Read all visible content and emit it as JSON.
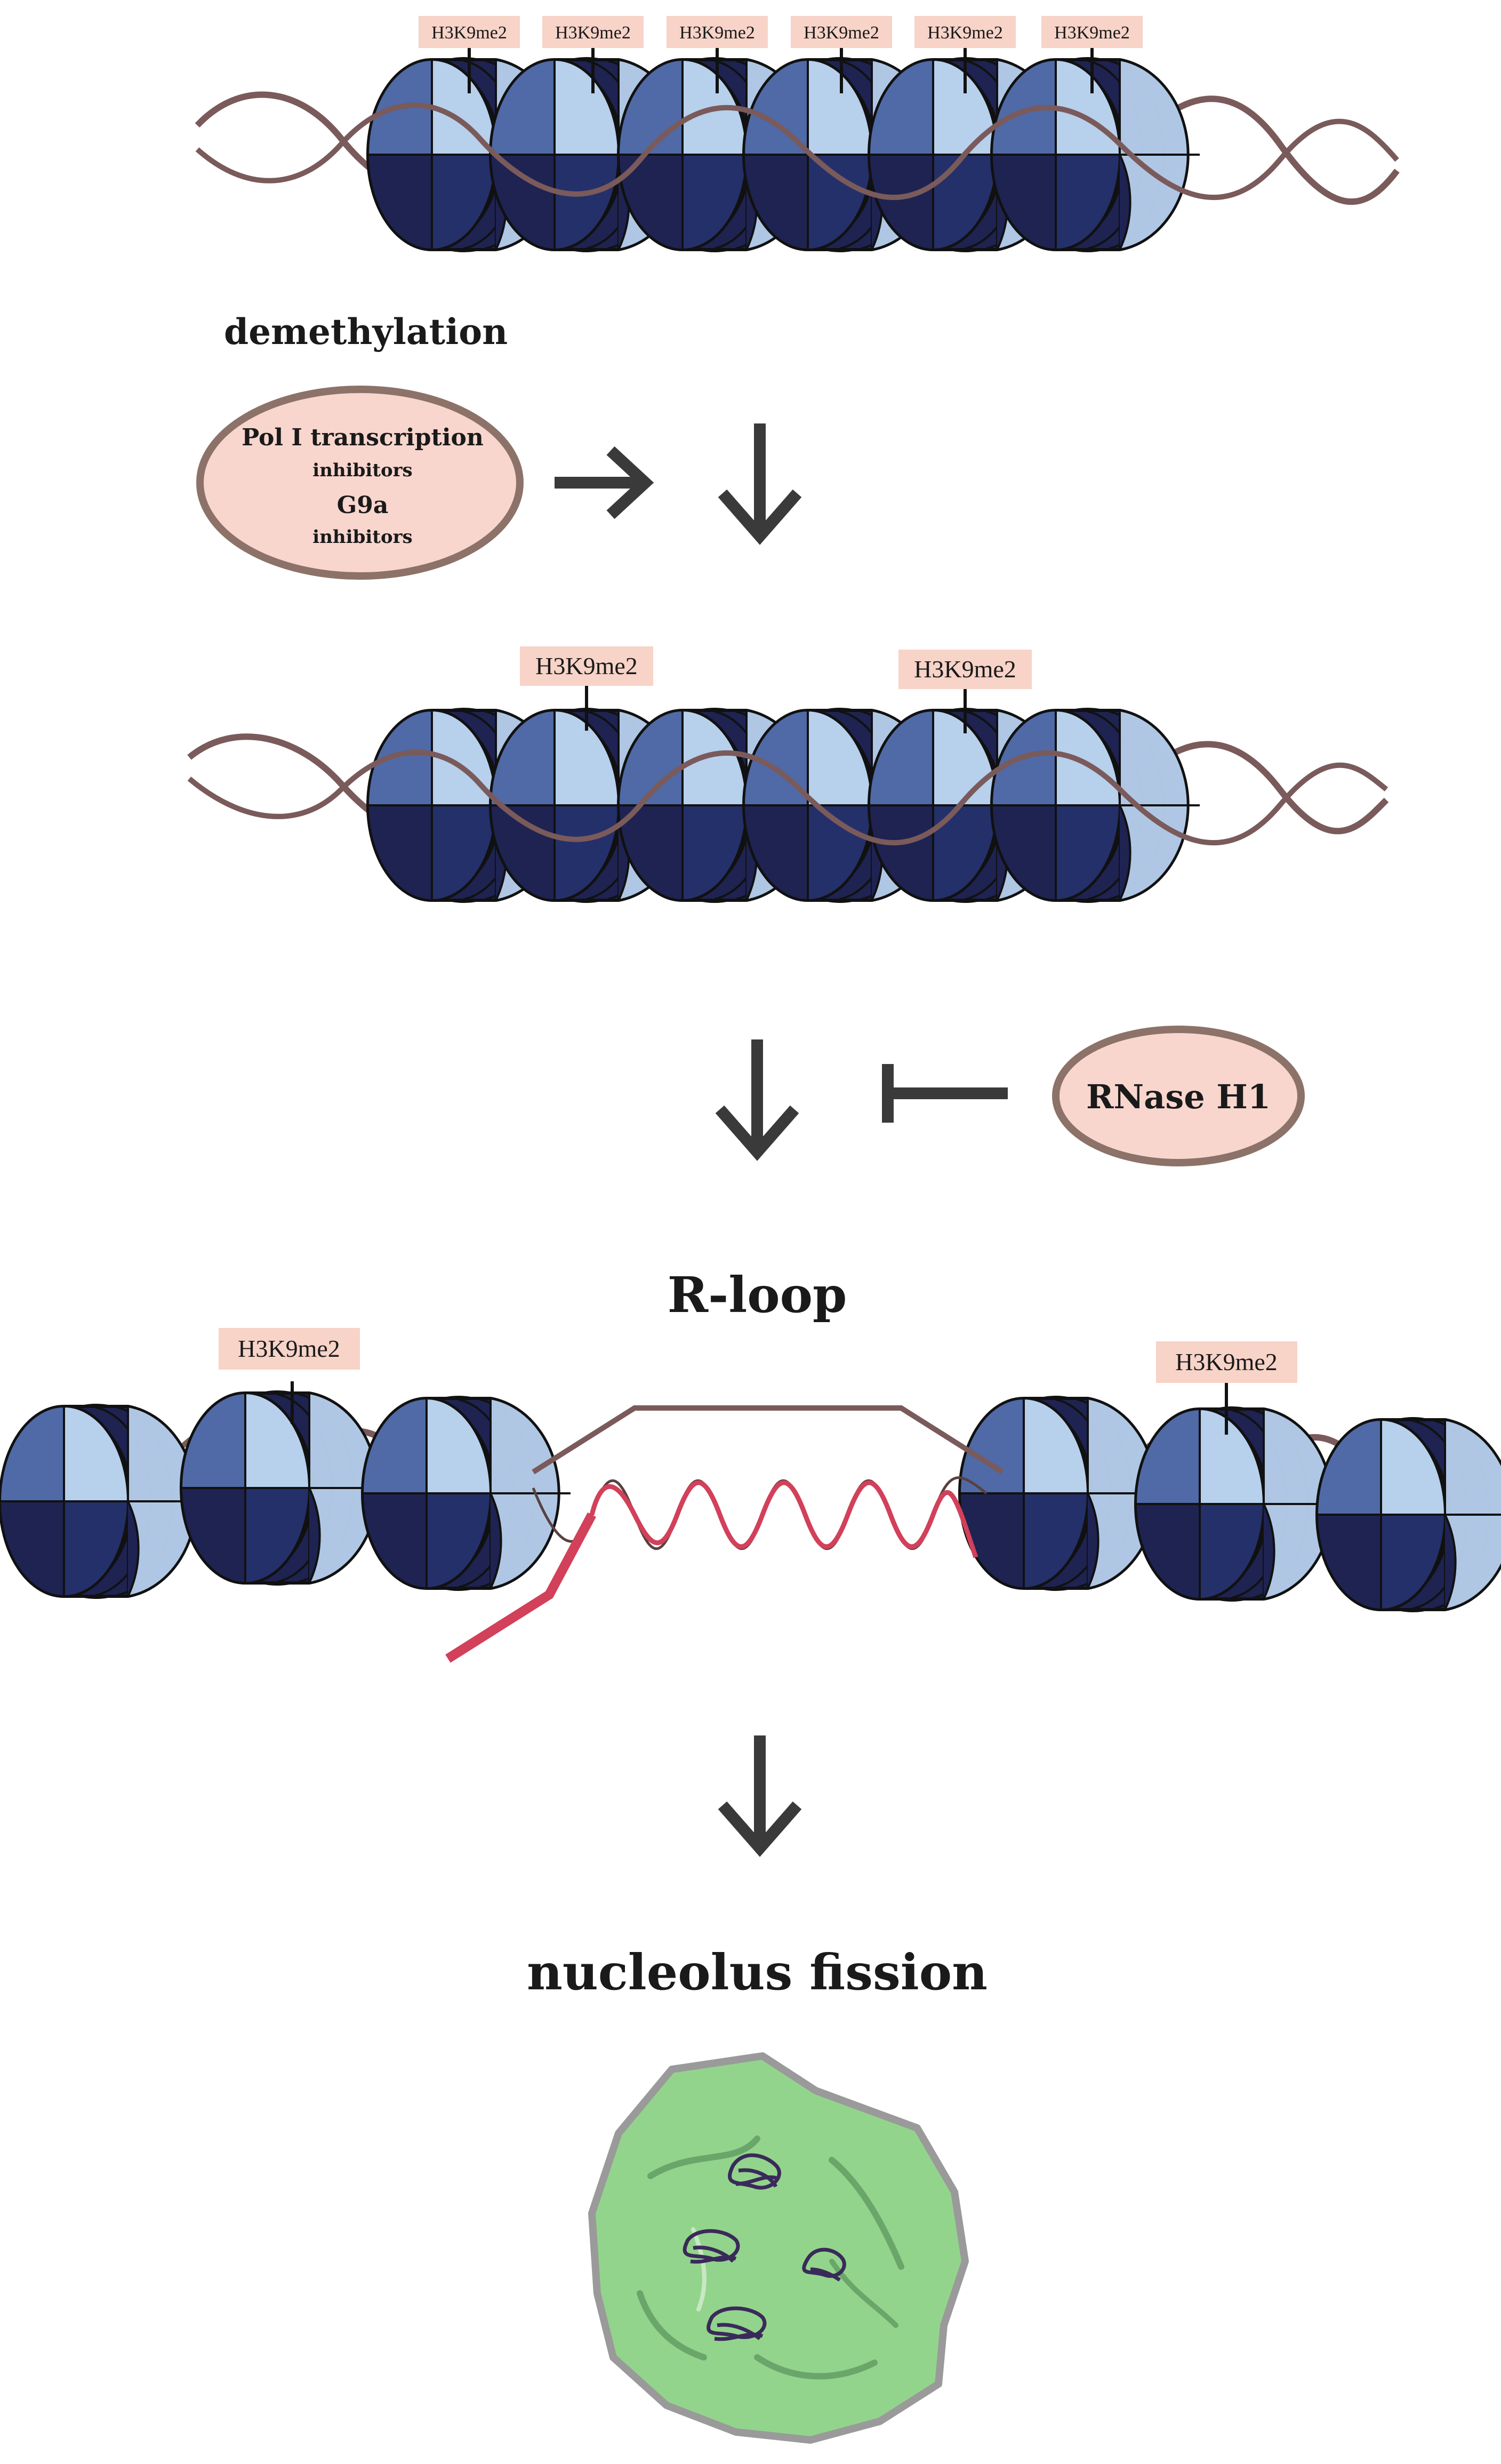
{
  "labels": {
    "mark": "H3K9me2",
    "demethylation": "demethylation",
    "inhibitor_line1": "Pol I transcription",
    "inhibitor_line2": "inhibitors",
    "inhibitor_line3": "G9a",
    "inhibitor_line4": "inhibitors",
    "rnase": "RNase H1",
    "rloop": "R-loop",
    "fission": "nucleolus fission"
  },
  "colors": {
    "dna": "#7a5a5a",
    "rna": "#d2405a",
    "nucleosome_dark": "#1e2352",
    "nucleosome_mid": "#4f6aa6",
    "nucleosome_light": "#b7d0ec",
    "tag_fill": "#f7d3c8",
    "ellipse_fill": "#f8d6ce",
    "ellipse_stroke": "#8c7268",
    "arrow": "#3a3a3a",
    "nucleolus_fill": "#93d48c",
    "nucleolus_edge": "#9a9a9a"
  }
}
